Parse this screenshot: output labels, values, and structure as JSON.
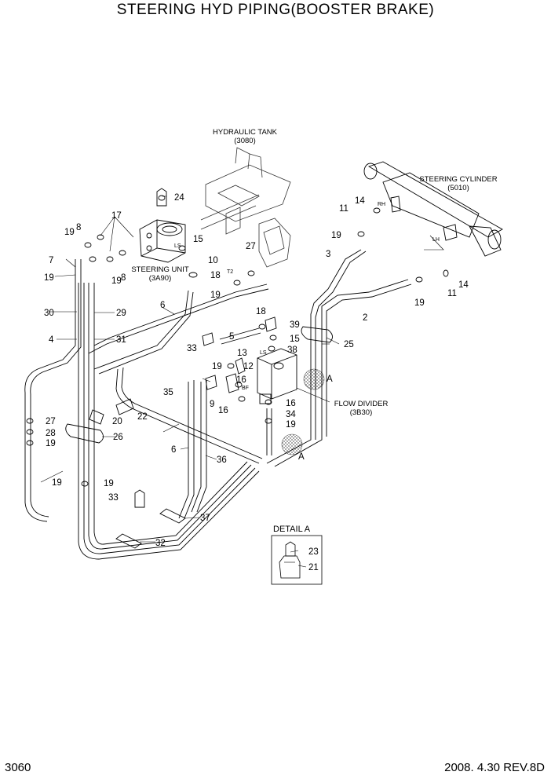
{
  "title": "STEERING HYD PIPING(BOOSTER BRAKE)",
  "page_number": "3060",
  "revision": "2008. 4.30  REV.8D",
  "components": {
    "hydraulic_tank": [
      "HYDRAULIC TANK",
      "(3080)"
    ],
    "steering_cylinder": [
      "STEERING CYLINDER",
      "(5010)"
    ],
    "steering_unit": [
      "STEERING UNIT",
      "(3A90)"
    ],
    "flow_divider": [
      "FLOW DIVIDER",
      "(3B30)"
    ],
    "detail_a": "DETAIL A"
  },
  "port_labels": [
    "RH",
    "LH",
    "LS",
    "T2",
    "LS",
    "BF"
  ],
  "section_marks": [
    "A",
    "A"
  ],
  "callouts": [
    "24",
    "17",
    "19",
    "8",
    "15",
    "7",
    "10",
    "19",
    "19",
    "8",
    "18",
    "27",
    "6",
    "19",
    "14",
    "11",
    "3",
    "19",
    "19",
    "11",
    "14",
    "2",
    "30",
    "29",
    "4",
    "31",
    "18",
    "39",
    "5",
    "15",
    "33",
    "13",
    "38",
    "25",
    "19",
    "12",
    "16",
    "35",
    "9",
    "16",
    "22",
    "16",
    "34",
    "19",
    "27",
    "20",
    "28",
    "19",
    "26",
    "6",
    "36",
    "19",
    "19",
    "33",
    "37",
    "32",
    "23",
    "21"
  ]
}
